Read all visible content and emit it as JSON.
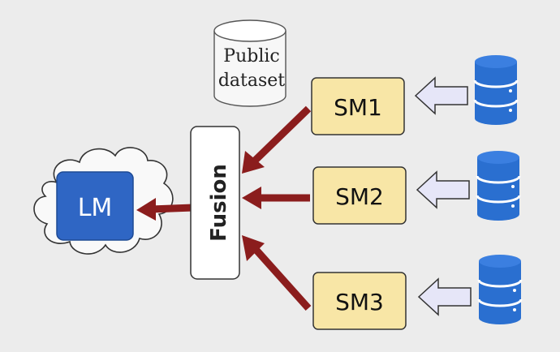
{
  "diagram": {
    "lm_label": "LM",
    "fusion_label": "Fusion",
    "public_dataset": {
      "line1": "Public",
      "line2": "dataset"
    },
    "small_models": [
      {
        "label": "SM1"
      },
      {
        "label": "SM2"
      },
      {
        "label": "SM3"
      }
    ]
  },
  "colors": {
    "background": "#ececec",
    "lm_box": "#2f66c4",
    "sm_box": "#f8e6a6",
    "fusion_box": "#ffffff",
    "dark_red_arrow": "#8b1d1d",
    "light_arrow": "#e6e6f8",
    "database": "#2a6fd0",
    "cloud": "#f9f9f9"
  }
}
